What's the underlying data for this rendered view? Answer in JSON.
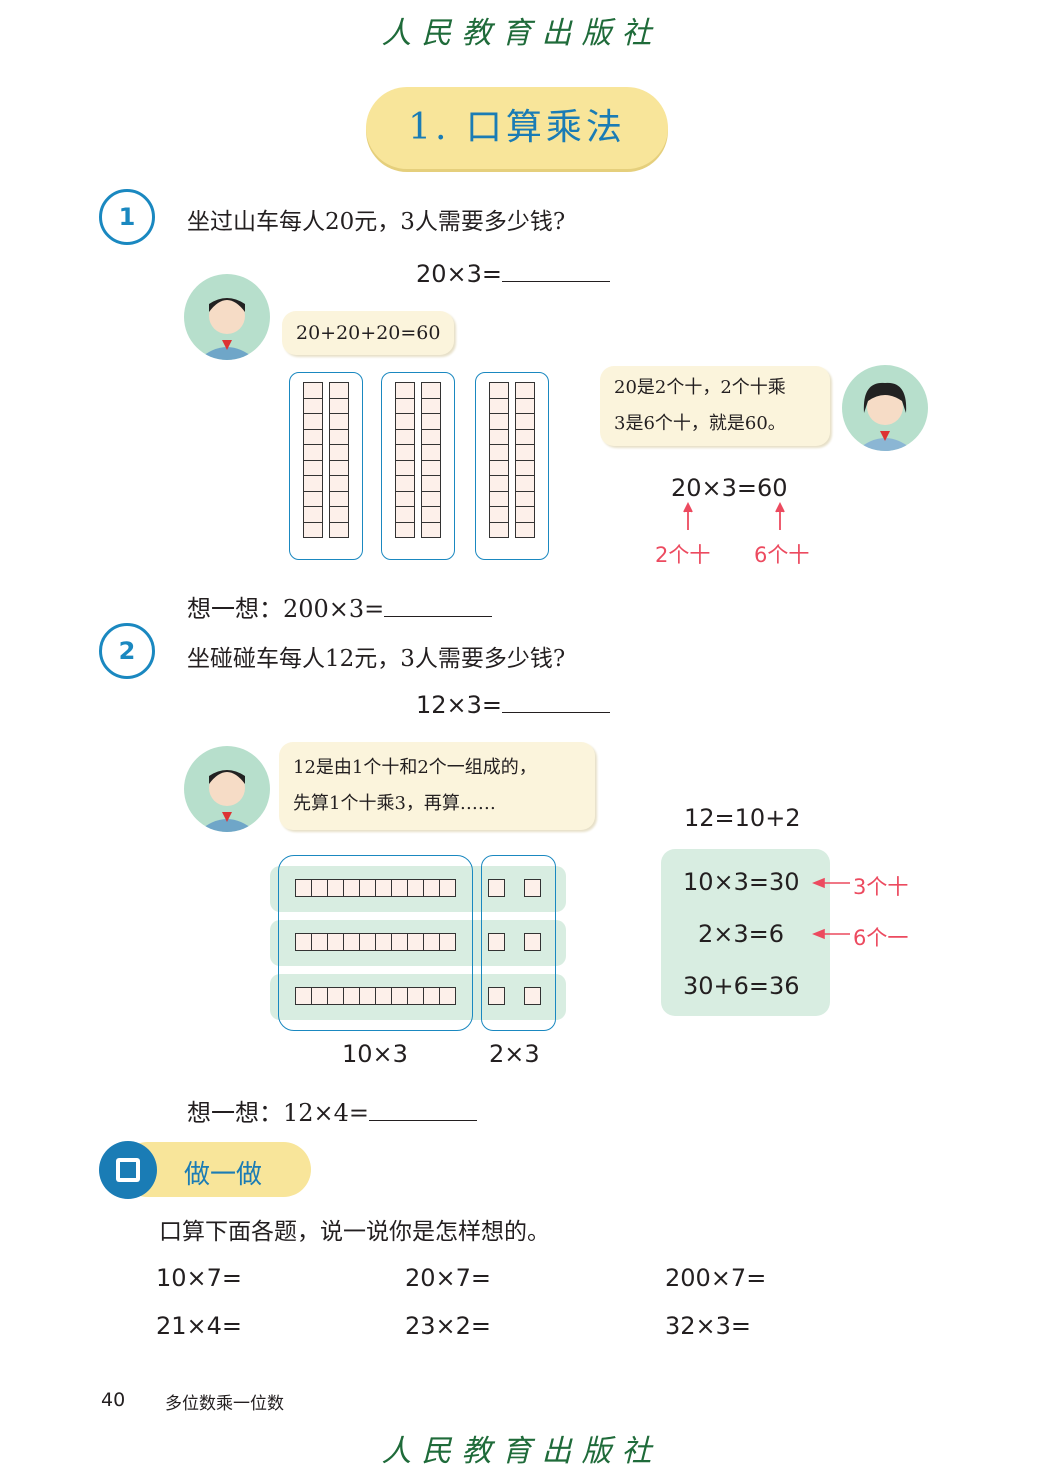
{
  "publisher_logo": "人民教育出版社",
  "lesson_title": "1. 口算乘法",
  "problem1": {
    "number": "1",
    "question": "坐过山车每人20元，3人需要多少钱?",
    "equation": "20×3=",
    "boy_bubble": "20+20+20=60",
    "girl_bubble_line1": "20是2个十，2个十乘",
    "girl_bubble_line2": "3是6个十，就是60。",
    "result_equation": "20×3=60",
    "label_left": "2个十",
    "label_right": "6个十",
    "think": "想一想：200×3="
  },
  "problem2": {
    "number": "2",
    "question": "坐碰碰车每人12元，3人需要多少钱?",
    "equation": "12×3=",
    "boy_bubble_line1": "12是由1个十和2个一组成的，",
    "boy_bubble_line2": "先算1个十乘3，再算……",
    "split": "12=10+2",
    "steps": [
      "10×3=30",
      "2×3=6",
      "30+6=36"
    ],
    "annot1": "3个十",
    "annot2": "6个一",
    "caption_left": "10×3",
    "caption_right": "2×3",
    "think": "想一想：12×4="
  },
  "practice": {
    "header": "做一做",
    "instruction": "口算下面各题，说一说你是怎样想的。",
    "items": [
      "10×7=",
      "20×7=",
      "200×7=",
      "21×4=",
      "23×2=",
      "32×3="
    ]
  },
  "footer": {
    "page": "40",
    "unit": "多位数乘一位数"
  }
}
